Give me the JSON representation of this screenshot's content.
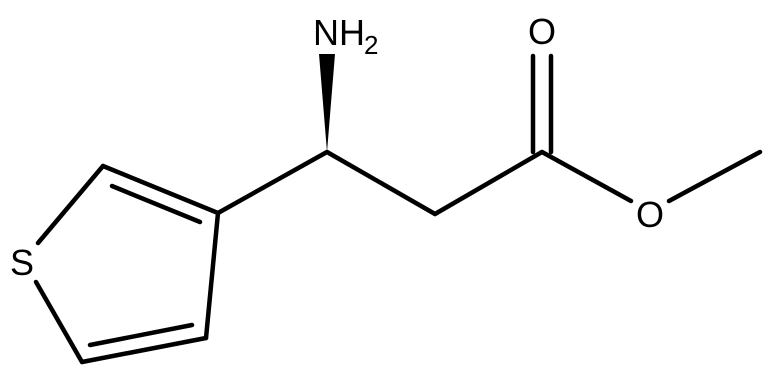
{
  "diagram": {
    "type": "chemical-structure",
    "atoms": {
      "amine": {
        "symbol": "NH",
        "subscript": "2"
      },
      "carbonyl_oxygen": {
        "symbol": "O"
      },
      "ester_oxygen": {
        "symbol": "O"
      },
      "sulfur": {
        "symbol": "S"
      }
    },
    "stereo_center": {
      "bond_style": "wedge"
    }
  }
}
